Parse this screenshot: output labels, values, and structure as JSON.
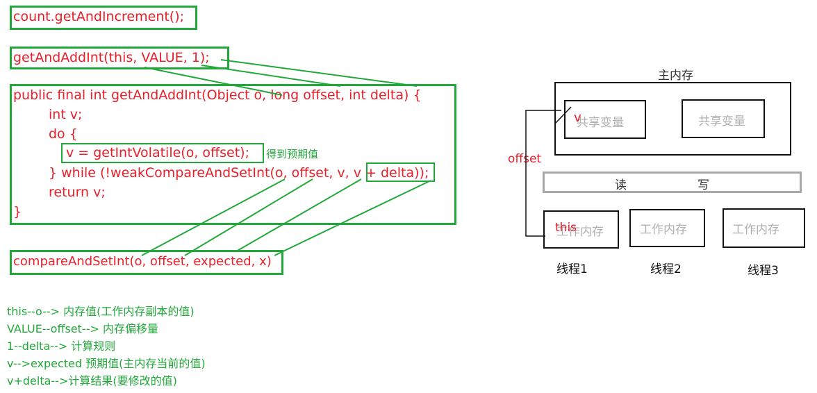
{
  "code": {
    "call": "count.getAndIncrement();",
    "add_call": "getAndAddInt(this, VALUE, 1);",
    "method_lines": [
      "public final int getAndAddInt(Object o, long offset, int delta) {",
      "int v;",
      "do {",
      "v = getIntVolatile(o, offset);",
      "} while (!weakCompareAndSetInt(o, offset, v, v + delta));",
      "return v;",
      "}"
    ],
    "expected_note": "得到预期值",
    "cas_call": "compareAndSetInt(o, offset, expected, x)"
  },
  "notes": [
    "this--o--> 内存值(工作内存副本的值)",
    "VALUE--offset-->  内存偏移量",
    "1--delta-->  计算规则",
    "v-->expected  预期值(主内存当前的值)",
    "v+delta-->计算结果(要修改的值)"
  ],
  "memory": {
    "main_label": "主内存",
    "shared_var_1": "共享变量",
    "shared_var_2": "共享变量",
    "v_label": "v",
    "offset_label": "offset",
    "bus_read": "读",
    "bus_write": "写",
    "work_mem_1": "工作内存",
    "work_mem_2": "工作内存",
    "work_mem_3": "工作内存",
    "this_label": "this",
    "thread_1": "线程1",
    "thread_2": "线程2",
    "thread_3": "线程3"
  },
  "colors": {
    "red": "#e8202a",
    "green": "#22a83a",
    "black": "#111111",
    "gray": "#b0b0b0"
  }
}
